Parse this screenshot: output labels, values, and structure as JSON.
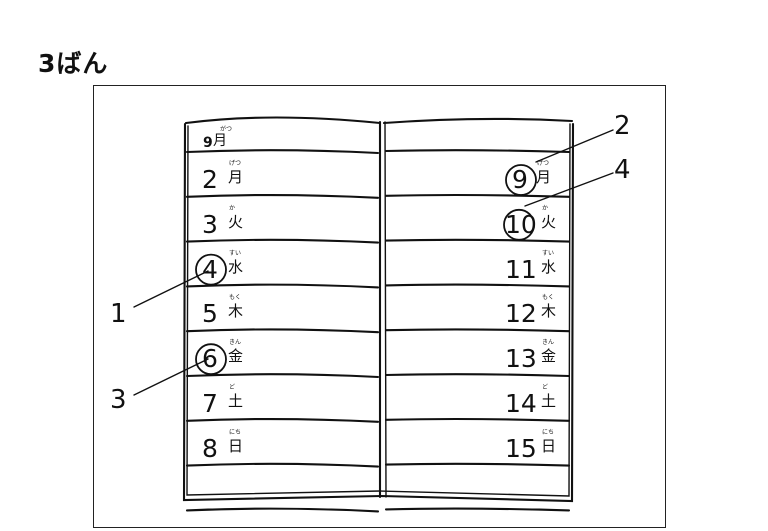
{
  "header": {
    "title": "3ばん"
  },
  "calendar": {
    "month": {
      "number": "9",
      "kanji": "月",
      "ruby": "がつ"
    },
    "left_rows": [
      {
        "day": "2",
        "weekday": "月",
        "ruby": "げつ",
        "circled": false
      },
      {
        "day": "3",
        "weekday": "火",
        "ruby": "か",
        "circled": false
      },
      {
        "day": "4",
        "weekday": "水",
        "ruby": "すい",
        "circled": true
      },
      {
        "day": "5",
        "weekday": "木",
        "ruby": "もく",
        "circled": false
      },
      {
        "day": "6",
        "weekday": "金",
        "ruby": "きん",
        "circled": true
      },
      {
        "day": "7",
        "weekday": "土",
        "ruby": "ど",
        "circled": false
      },
      {
        "day": "8",
        "weekday": "日",
        "ruby": "にち",
        "circled": false
      }
    ],
    "right_rows": [
      {
        "day": "9",
        "weekday": "月",
        "ruby": "げつ",
        "circled": true
      },
      {
        "day": "10",
        "weekday": "火",
        "ruby": "か",
        "circled": true
      },
      {
        "day": "11",
        "weekday": "水",
        "ruby": "すい",
        "circled": false
      },
      {
        "day": "12",
        "weekday": "木",
        "ruby": "もく",
        "circled": false
      },
      {
        "day": "13",
        "weekday": "金",
        "ruby": "きん",
        "circled": false
      },
      {
        "day": "14",
        "weekday": "土",
        "ruby": "ど",
        "circled": false
      },
      {
        "day": "15",
        "weekday": "日",
        "ruby": "にち",
        "circled": false
      }
    ]
  },
  "callouts": [
    "1",
    "2",
    "3",
    "4"
  ]
}
